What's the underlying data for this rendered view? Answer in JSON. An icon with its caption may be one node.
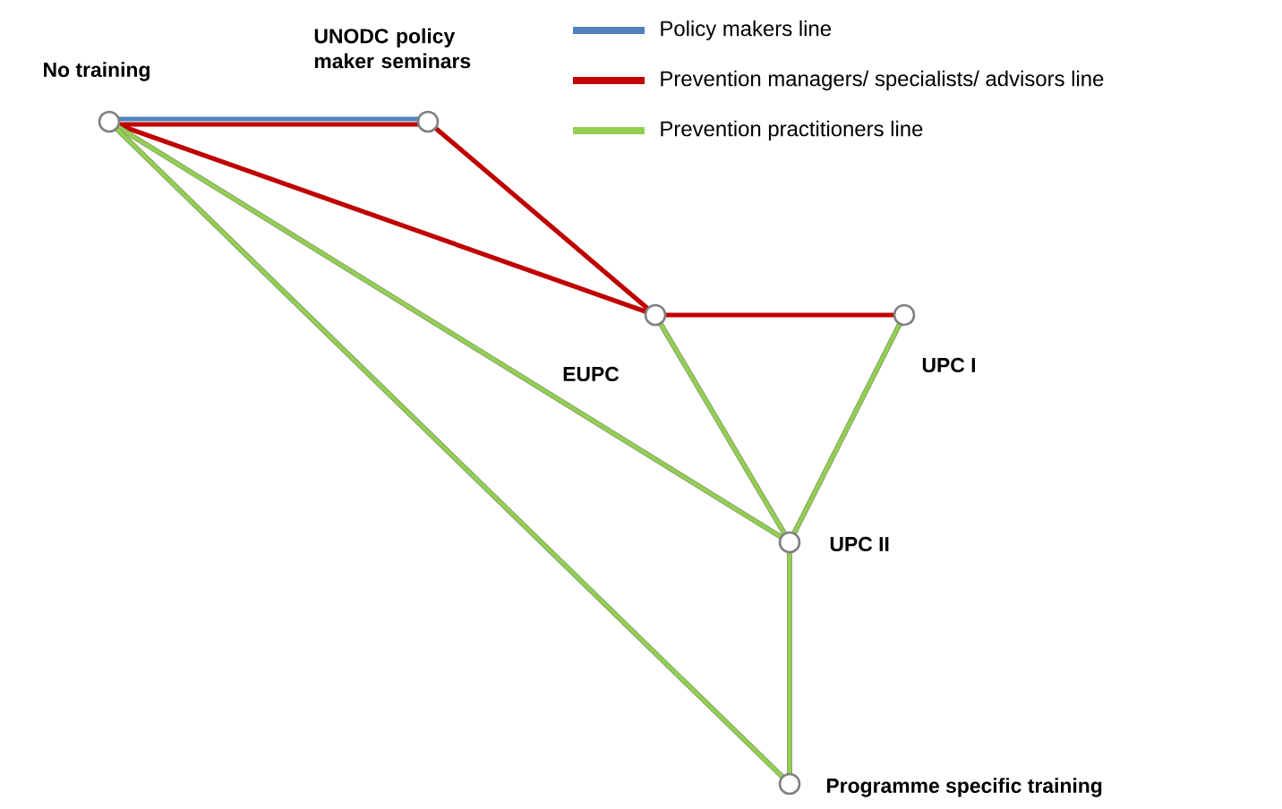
{
  "diagram": {
    "nodes": [
      {
        "text": [],
        "shape": "circle",
        "beside": [
          "No training"
        ]
      },
      {
        "text": [],
        "shape": "circle",
        "beside": [
          "UNODC policy maker seminars"
        ]
      },
      {
        "text": [],
        "shape": "circle",
        "beside": [
          "EUPC"
        ]
      },
      {
        "text": [],
        "shape": "circle",
        "beside": [
          "UPC I"
        ]
      },
      {
        "text": [],
        "shape": "circle",
        "beside": [
          "UPC II"
        ]
      },
      {
        "text": [],
        "shape": "circle",
        "beside": [
          "Programme specific training"
        ]
      }
    ],
    "edges": [
      {
        "from": 0,
        "to": 1,
        "arrow": "none",
        "color": "#4f81bd"
      },
      {
        "from": 0,
        "to": 1,
        "arrow": "none",
        "color": "#c00000"
      },
      {
        "from": 1,
        "to": 2,
        "arrow": "none",
        "color": "#c00000"
      },
      {
        "from": 0,
        "to": 2,
        "arrow": "none",
        "color": "#c00000"
      },
      {
        "from": 2,
        "to": 3,
        "arrow": "none",
        "color": "#c00000"
      },
      {
        "from": 0,
        "to": 4,
        "arrow": "none"
      },
      {
        "from": 0,
        "to": 5,
        "arrow": "none"
      },
      {
        "from": 2,
        "to": 4,
        "arrow": "none"
      },
      {
        "from": 3,
        "to": 4,
        "arrow": "none"
      },
      {
        "from": 4,
        "to": 5,
        "arrow": "none"
      }
    ],
    "legend": [
      {
        "text": "Policy makers line",
        "color": "#4f81bd"
      },
      {
        "text": "Prevention managers/ specialists/ advisors line",
        "color": "#c00000"
      },
      {
        "text": "Prevention practitioners line",
        "color": "#92d050"
      }
    ]
  }
}
